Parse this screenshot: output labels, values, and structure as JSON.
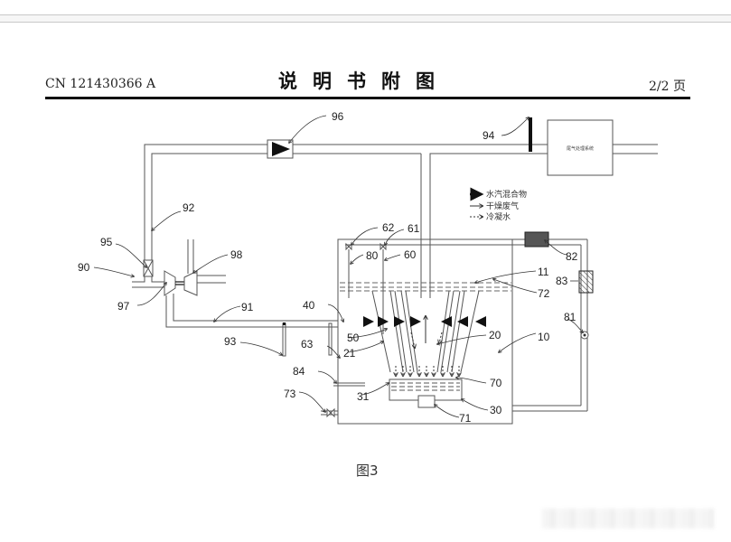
{
  "header": {
    "patent_number": "CN 121430366 A",
    "title": "说明书附图",
    "page": "2/2 页"
  },
  "figure": {
    "caption": "图3",
    "box_label": "尾气处理系统",
    "legend": [
      {
        "style": "solid-bold-arrow",
        "label": "水汽混合物"
      },
      {
        "style": "thin-arrow",
        "label": "干燥废气"
      },
      {
        "style": "dashed-arrow",
        "label": "冷凝水"
      }
    ],
    "reference_numerals": [
      "96",
      "94",
      "92",
      "95",
      "90",
      "98",
      "97",
      "91",
      "93",
      "62",
      "61",
      "80",
      "60",
      "82",
      "11",
      "83",
      "72",
      "40",
      "50",
      "21",
      "20",
      "10",
      "81",
      "63",
      "84",
      "70",
      "73",
      "31",
      "30",
      "71"
    ]
  }
}
